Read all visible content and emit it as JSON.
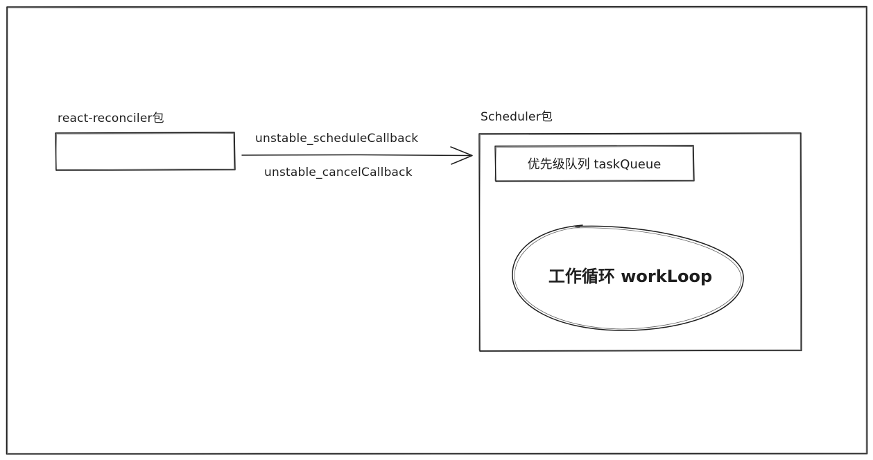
{
  "reconciler": {
    "title": "react-reconciler包"
  },
  "scheduler": {
    "title": "Scheduler包",
    "task_queue_label": "优先级队列 taskQueue",
    "work_loop_label": "工作循环 workLoop"
  },
  "connection": {
    "schedule_label": "unstable_scheduleCallback",
    "cancel_label": "unstable_cancelCallback"
  }
}
